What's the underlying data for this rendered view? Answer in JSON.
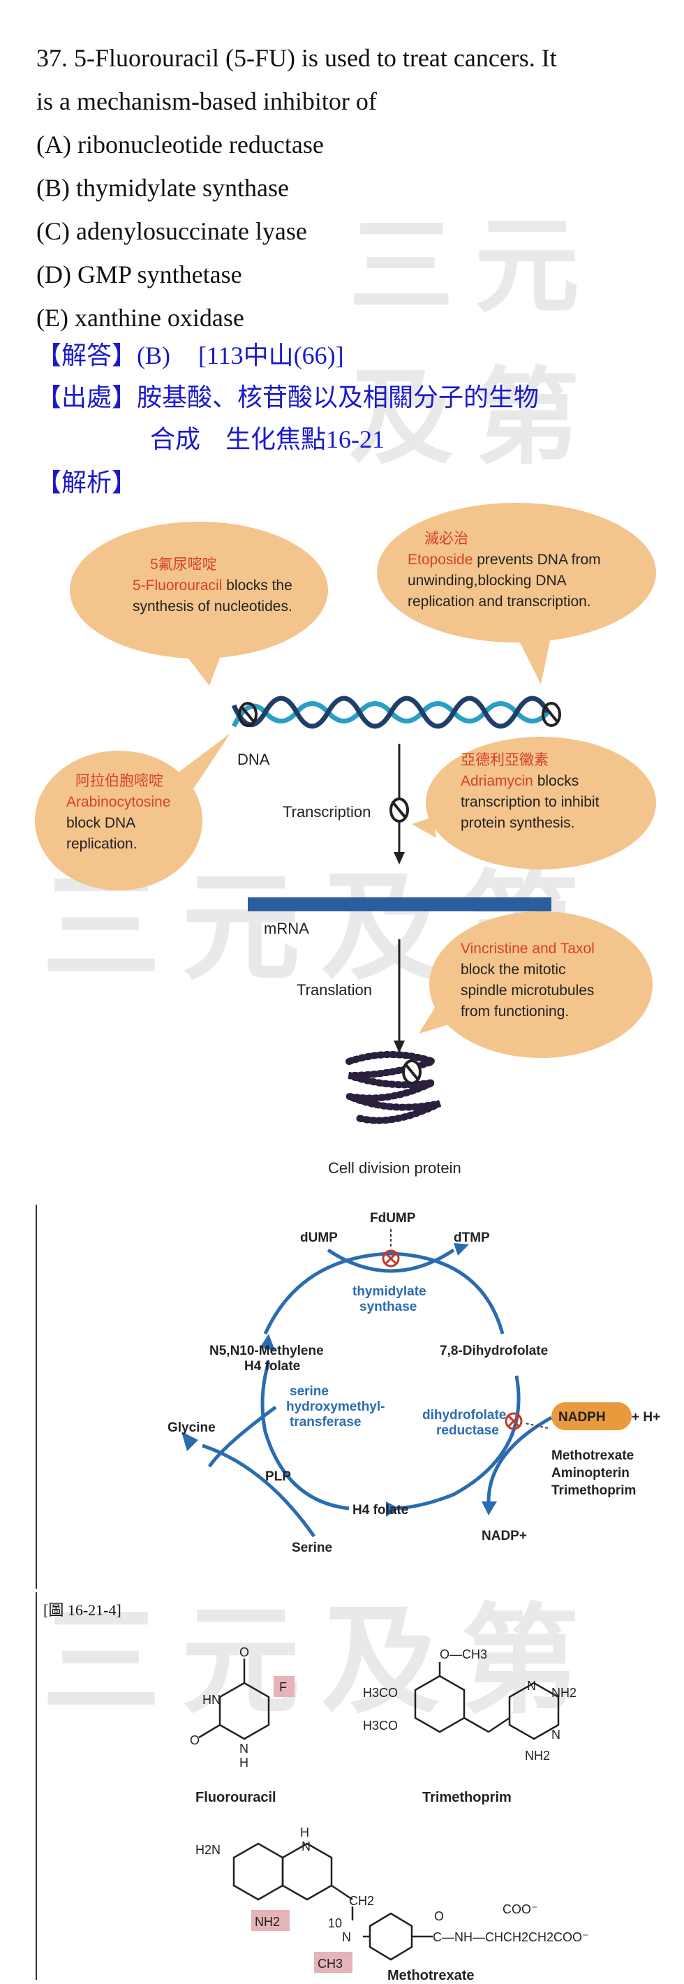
{
  "question": {
    "line1": "37. 5-Fluorouracil (5-FU) is used to treat cancers. It",
    "line2": "is a mechanism-based inhibitor of",
    "options": [
      "(A) ribonucleotide reductase",
      "(B) thymidylate synthase",
      "(C) adenylosuccinate lyase",
      "(D) GMP synthetase",
      "(E) xanthine oxidase"
    ]
  },
  "answer": {
    "label": "【解答】",
    "value": "(B)",
    "source_ref": "[113中山(66)]"
  },
  "origin": {
    "label": "【出處】",
    "line1": "胺基酸、核苷酸以及相關分子的生物",
    "line2": "合成　生化焦點16-21"
  },
  "analysis": {
    "label": "【解析】"
  },
  "watermark": "三元及第",
  "figure1": {
    "bubble_5fu": {
      "zh": "5氟尿嘧啶",
      "red": "5-Fluorouracil",
      "rest1": " blocks the",
      "rest2": "synthesis of nucleotides."
    },
    "bubble_etoposide": {
      "zh": "滅必治",
      "red": "Etoposide",
      "rest1": " prevents DNA from",
      "line2": "unwinding,blocking DNA",
      "line3": "replication and transcription."
    },
    "bubble_arabino": {
      "zh": "阿拉伯胞嘧啶",
      "red": "Arabinocytosine",
      "line2": "block DNA",
      "line3": "replication."
    },
    "bubble_adriamycin": {
      "zh": "亞德利亞黴素",
      "red": "Adriamycin",
      "rest1": " blocks",
      "line2": "transcription to inhibit",
      "line3": "protein synthesis."
    },
    "bubble_vincristine": {
      "red": "Vincristine and Taxol",
      "line2": "block the mitotic",
      "line3": "spindle microtubules",
      "line4": "from functioning."
    },
    "dna": "DNA",
    "transcription": "Transcription",
    "mrna": "mRNA",
    "translation": "Translation",
    "protein": "Cell division protein"
  },
  "figure2": {
    "fdump": "FdUMP",
    "dump": "dUMP",
    "dtmp": "dTMP",
    "ts1": "thymidylate",
    "ts2": "synthase",
    "methylene1": "N5,N10-Methylene",
    "methylene2": "H4 folate",
    "dhf": "7,8-Dihydrofolate",
    "nadph": "NADPH",
    "hplus": "+ H+",
    "shmt1": "serine",
    "shmt2": "hydroxymethyl-",
    "shmt3": "transferase",
    "dhfr1": "dihydrofolate",
    "dhfr2": "reductase",
    "glycine": "Glycine",
    "plp": "PLP",
    "h4folate": "H4 folate",
    "serine": "Serine",
    "nadp": "NADP+",
    "inhib1": "Methotrexate",
    "inhib2": "Aminopterin",
    "inhib3": "Trimethoprim"
  },
  "figure_ref": "[圖 16-21-4]",
  "structures": {
    "fluorouracil": "Fluorouracil",
    "trimethoprim": "Trimethoprim",
    "methotrexate": "Methotrexate"
  }
}
